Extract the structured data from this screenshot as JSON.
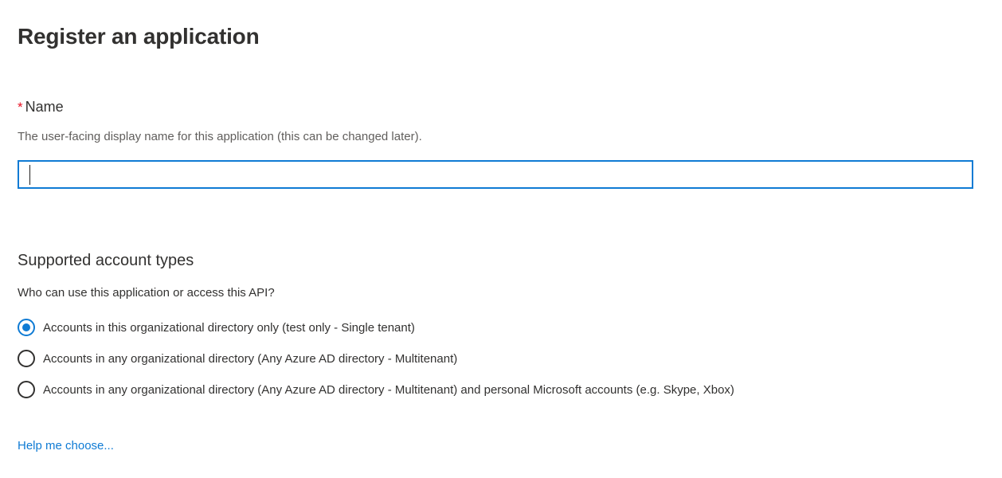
{
  "page": {
    "title": "Register an application",
    "background_color": "#ffffff",
    "text_color": "#323130"
  },
  "name_field": {
    "required_marker": "*",
    "label": "Name",
    "description": "The user-facing display name for this application (this can be changed later).",
    "value": "",
    "placeholder": "",
    "focused": true,
    "focus_border_color": "#0f7bd4",
    "required_marker_color": "#e81123"
  },
  "supported_account_types": {
    "heading": "Supported account types",
    "subtext": "Who can use this application or access this API?",
    "selected_index": 0,
    "accent_color": "#0f7bd4",
    "options": [
      {
        "label": "Accounts in this organizational directory only (test only - Single tenant)",
        "checked": true
      },
      {
        "label": "Accounts in any organizational directory (Any Azure AD directory - Multitenant)",
        "checked": false
      },
      {
        "label": "Accounts in any organizational directory (Any Azure AD directory - Multitenant) and personal Microsoft accounts (e.g. Skype, Xbox)",
        "checked": false
      }
    ]
  },
  "help_link": {
    "label": "Help me choose...",
    "color": "#0f7bd4"
  }
}
